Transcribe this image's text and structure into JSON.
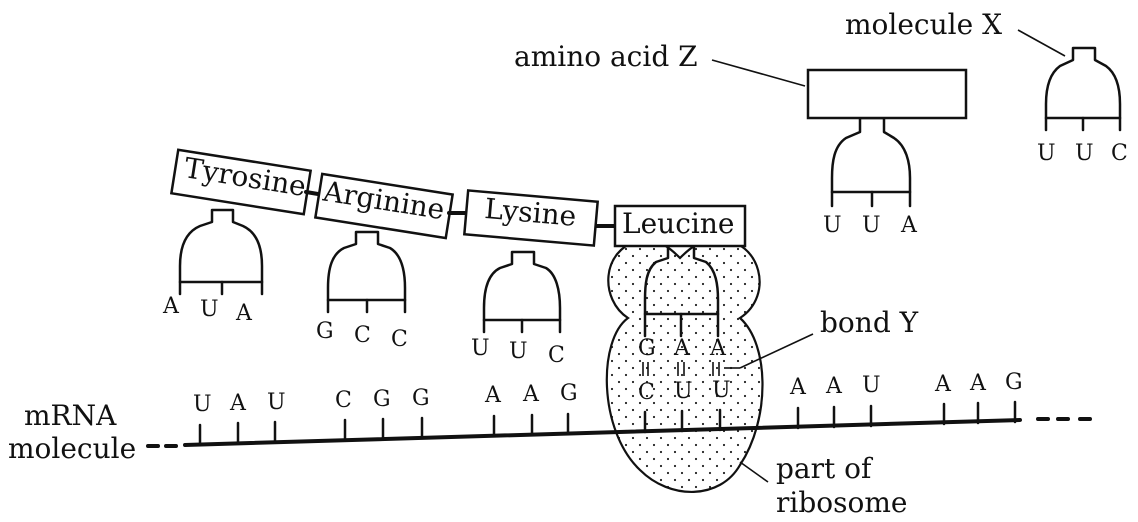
{
  "labels": {
    "molecule_x": "molecule X",
    "amino_acid_z": "amino acid Z",
    "bond_y": "bond Y",
    "mrna": "mRNA",
    "molecule": "molecule",
    "part_of": "part of",
    "ribosome": "ribosome"
  },
  "amino_acids": [
    "Tyrosine",
    "Arginine",
    "Lysine",
    "Leucine"
  ],
  "anticodons": [
    [
      "A",
      "U",
      "A"
    ],
    [
      "G",
      "C",
      "C"
    ],
    [
      "U",
      "U",
      "C"
    ],
    [
      "G",
      "A",
      "A"
    ],
    [
      "U",
      "U",
      "A"
    ],
    [
      "U",
      "U",
      "C"
    ]
  ],
  "codons": [
    [
      "U",
      "A",
      "U"
    ],
    [
      "C",
      "G",
      "G"
    ],
    [
      "A",
      "A",
      "G"
    ],
    [
      "C",
      "U",
      "U"
    ],
    [
      "A",
      "A",
      "U"
    ],
    [
      "A",
      "A",
      "G"
    ]
  ]
}
